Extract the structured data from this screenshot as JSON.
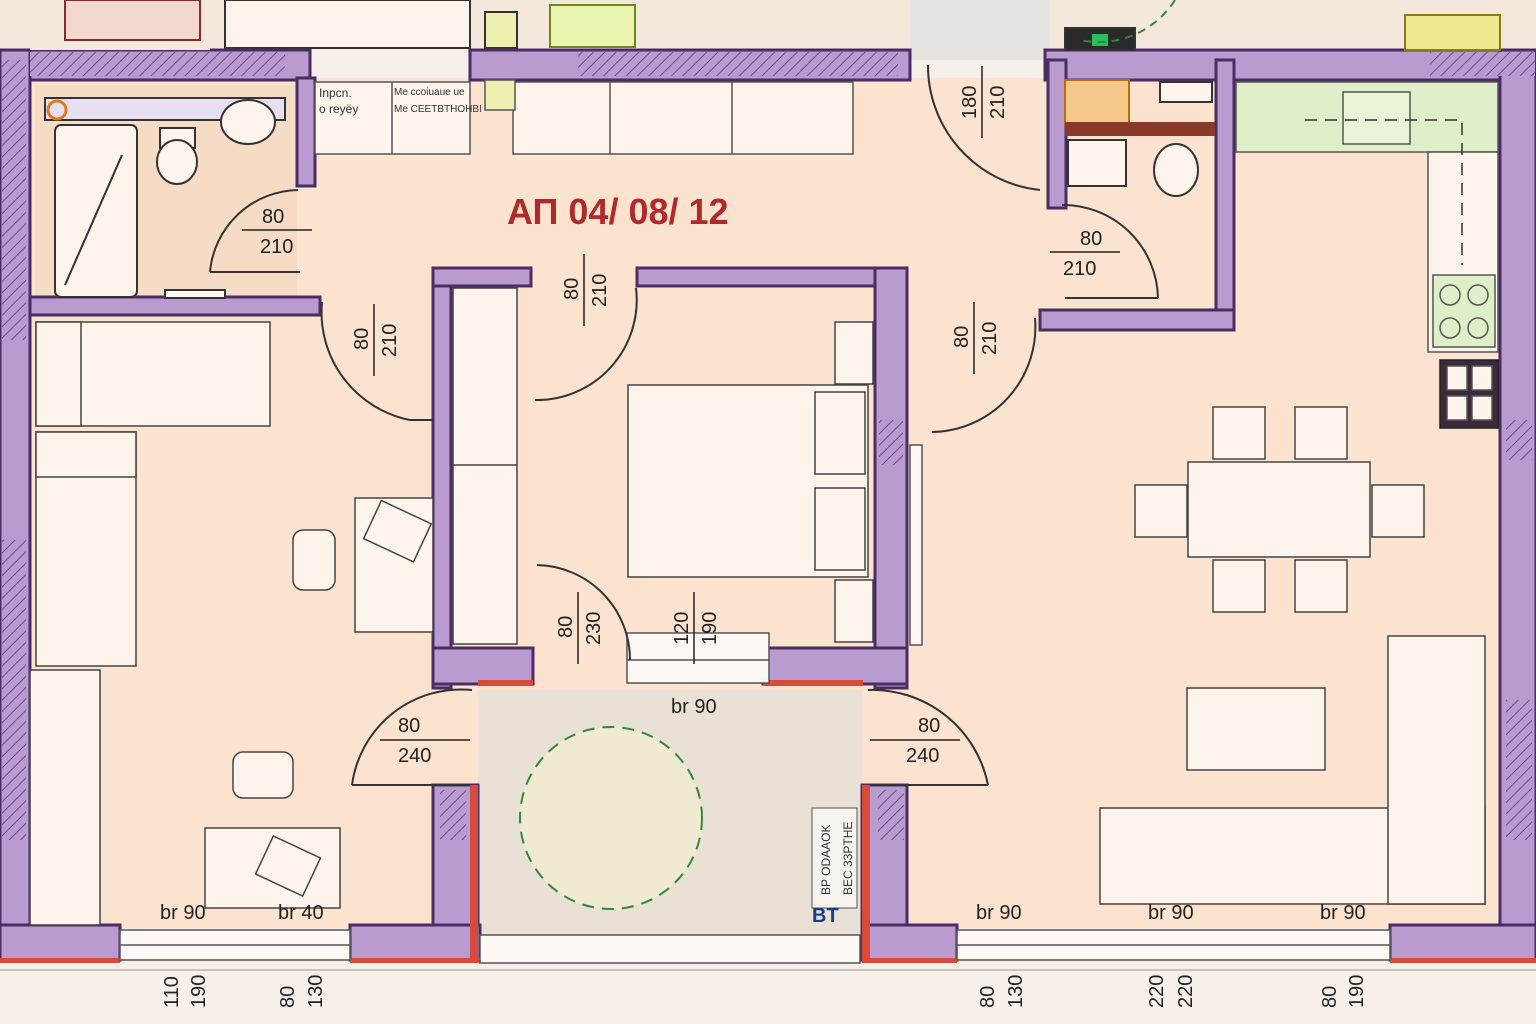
{
  "apartment": {
    "title": "АП 04/ 08/ 12",
    "title_color": "#b02a2a"
  },
  "colors": {
    "floor": "#fbe3cf",
    "wall": "#b99bd0",
    "wall_outline": "#4a2d63",
    "hatch": "#a77fc4",
    "terrace": "#e9e0d6",
    "brick": "#d84a3a",
    "furniture": "#fdf4ec",
    "kitchen_green": "#dff0c8",
    "arc_green": "#2f8a3a"
  },
  "labels": {
    "top_note_1": "Inpcn.",
    "top_note_2": "o reyëy",
    "top_note_3": "Me ccoiuaue ue",
    "top_note_4": "Me CEETBTHOHBI",
    "side_note_1": "BP ODAAOK",
    "side_note_2": "BEC 33PTHE",
    "side_tag": "BT"
  },
  "doors": [
    {
      "w": "80",
      "h": "210"
    },
    {
      "w": "80",
      "h": "210"
    },
    {
      "w": "80",
      "h": "210"
    },
    {
      "w": "80",
      "h": "210"
    },
    {
      "w": "80",
      "h": "210"
    },
    {
      "w": "180",
      "h": "210"
    },
    {
      "w": "80",
      "h": "230"
    },
    {
      "w": "120",
      "h": "190"
    },
    {
      "w": "80",
      "h": "240"
    },
    {
      "w": "80",
      "h": "240"
    }
  ],
  "window_labels": {
    "terrace": "br 90",
    "left_1": "br 90",
    "left_2": "br 40",
    "right_1": "br 90",
    "right_2": "br 90",
    "right_3": "br 90"
  },
  "bottom_dims": [
    "110",
    "190",
    "80",
    "130",
    "80",
    "130",
    "220",
    "220",
    "80",
    "190"
  ]
}
